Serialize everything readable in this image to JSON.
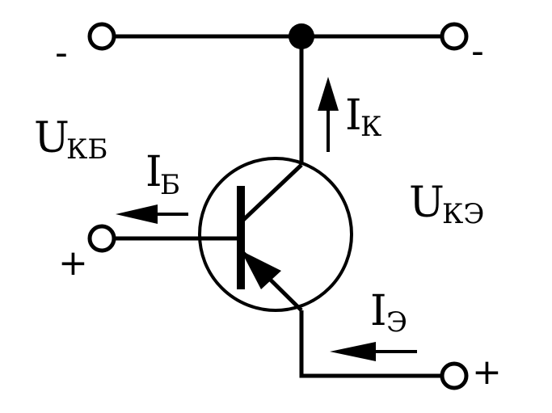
{
  "labels": {
    "u_kb_main": "U",
    "u_kb_sub": "КБ",
    "u_ke_main": "U",
    "u_ke_sub": "КЭ",
    "i_k_main": "I",
    "i_k_sub": "К",
    "i_b_main": "I",
    "i_b_sub": "Б",
    "i_e_main": "I",
    "i_e_sub": "Э"
  },
  "polarity": {
    "top_left": "-",
    "top_right": "-",
    "base": "+",
    "emitter": "+"
  }
}
